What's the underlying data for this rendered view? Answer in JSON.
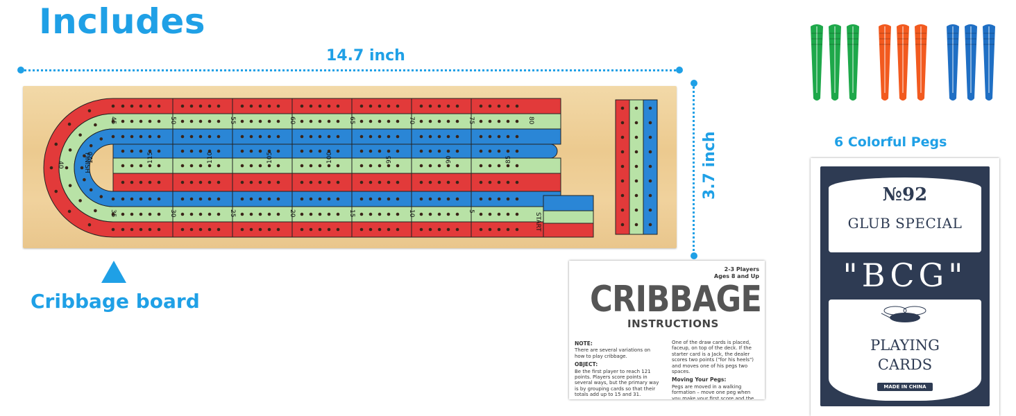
{
  "title": "Includes",
  "dimensions": {
    "width_label": "14.7 inch",
    "height_label": "3.7 inch"
  },
  "board": {
    "label": "Cribbage board",
    "outer_numbers": [
      "45",
      "50",
      "55",
      "60",
      "65",
      "70",
      "75",
      "80"
    ],
    "inner_numbers": [
      "120",
      "115",
      "110",
      "105",
      "100",
      "95",
      "90",
      "85"
    ],
    "bottom_numbers": [
      "35",
      "30",
      "25",
      "20",
      "15",
      "10",
      "5"
    ],
    "left_number": "40",
    "finish_label": "FINISH",
    "start_label": "START"
  },
  "pegs": {
    "label": "6 Colorful Pegs",
    "colors": [
      "#1ea84a",
      "#f25a1f",
      "#1f6fc4"
    ]
  },
  "instructions": {
    "players": "2-3 Players",
    "ages": "Ages 8 and Up",
    "title": "CRIBBAGE",
    "subtitle": "INSTRUCTIONS",
    "note_heading": "NOTE:",
    "note_text": "There are several variations on how to play cribbage.",
    "object_heading": "OBJECT:",
    "object_text": "Be the first player to reach 121 points. Players score points in several ways, but the primary way is by grouping cards so that their totals add up to 15 and 31.",
    "right_text": "One of the draw cards is placed, faceup, on top of the deck. If the starter card is a Jack, the dealer scores two points (\"for his heels\") and moves one of his pegs two spaces.",
    "moving_heading": "Moving Your Pegs:",
    "moving_text": "Pegs are moved in a walking formation – move one peg when you make your first score and the other on"
  },
  "cards": {
    "number": "№92",
    "club": "GLUB SPECIAL",
    "brand": "\"BCG\"",
    "line1": "PLAYING",
    "line2": "CARDS",
    "made": "MADE IN CHINA"
  },
  "colors": {
    "accent": "#1fa0e6",
    "track_red": "#e23a3a",
    "track_green": "#b8e2a6",
    "track_blue": "#2a86d6"
  }
}
